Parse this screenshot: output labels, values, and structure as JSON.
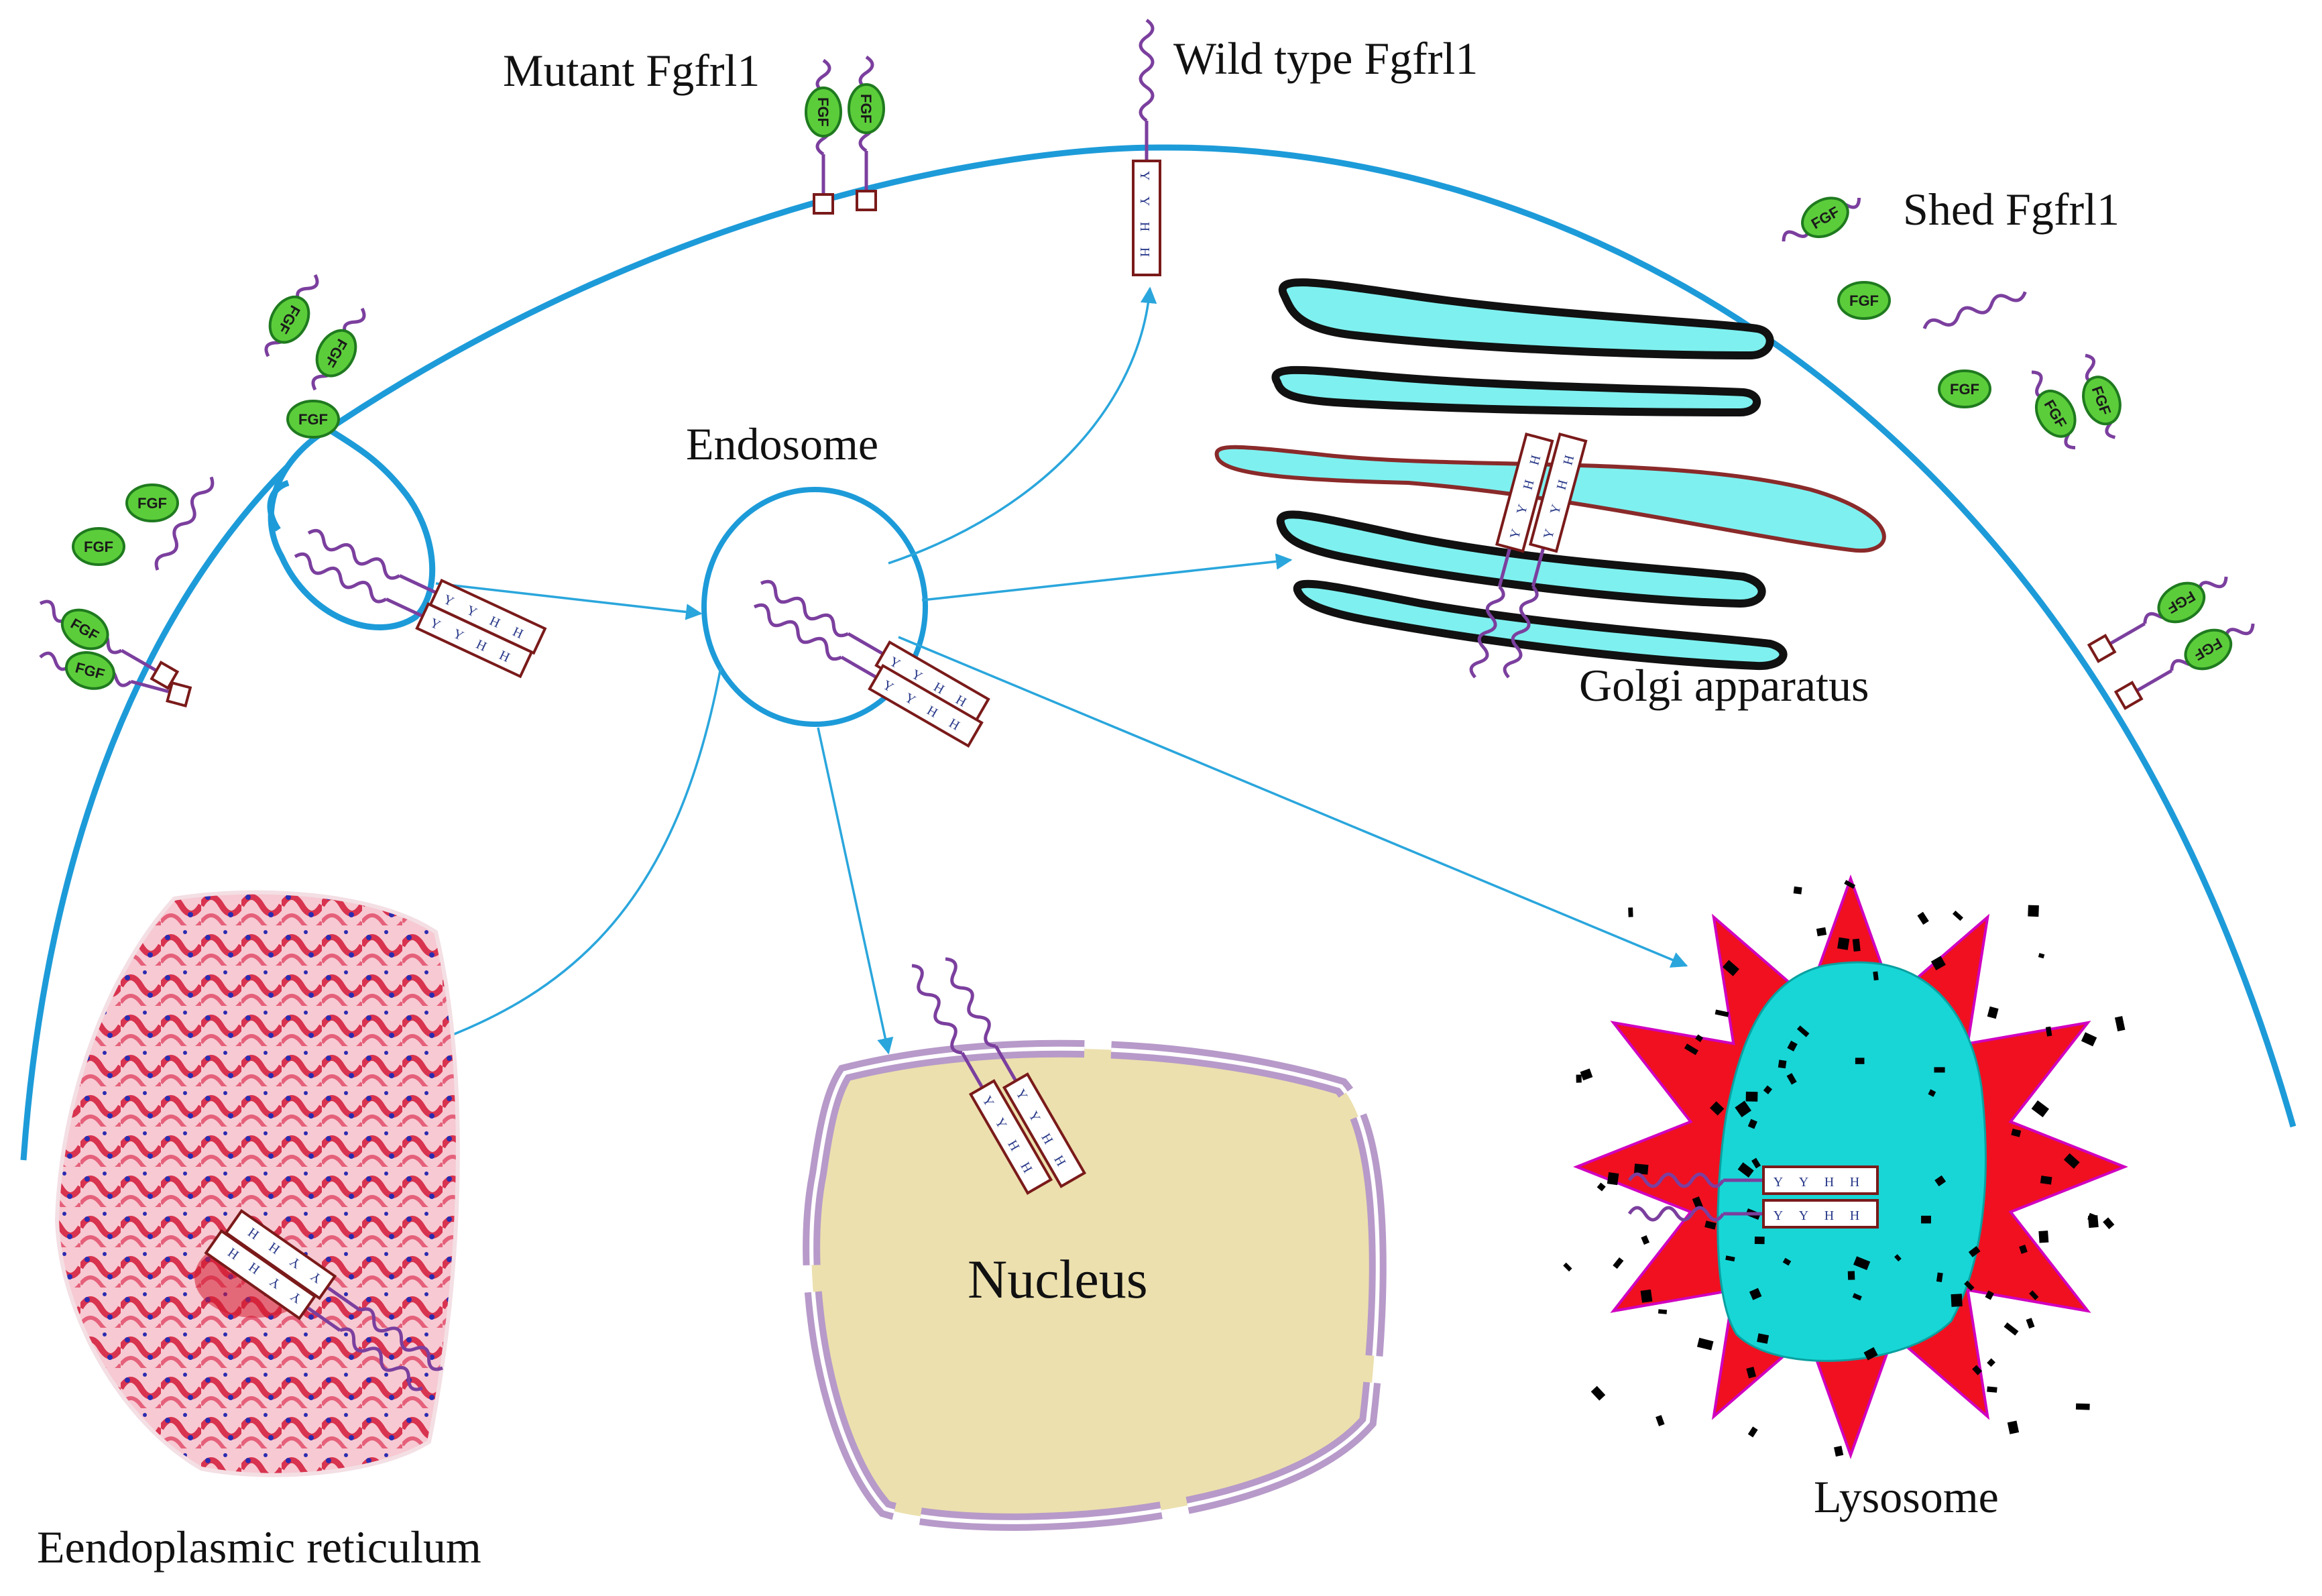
{
  "labels": {
    "mutant": "Mutant Fgfrl1",
    "wild_type": "Wild type Fgfrl1",
    "shed": "Shed Fgfrl1",
    "endosome": "Endosome",
    "golgi": "Golgi apparatus",
    "nucleus": "Nucleus",
    "lysosome": "Lysosome",
    "er": "Eendoplasmic reticulum"
  },
  "ligand_label": "FGF",
  "motif_letters": [
    "Y",
    "Y",
    "H",
    "H"
  ],
  "colors": {
    "membrane": "#1d9bd9",
    "arrow": "#2aa6dc",
    "receptor": "#7b3f9e",
    "fgf_fill": "#5ccd3a",
    "fgf_stroke": "#1f7a1f",
    "golgi": "#7ef0ef",
    "nucleus_fill": "#ece0ae",
    "nucleus_envelope": "#b79ac9",
    "lysosome_core": "#18d6d6",
    "lysosome_star": "#f01020",
    "er": "#e84a6a",
    "box": "#7a1a1a"
  }
}
